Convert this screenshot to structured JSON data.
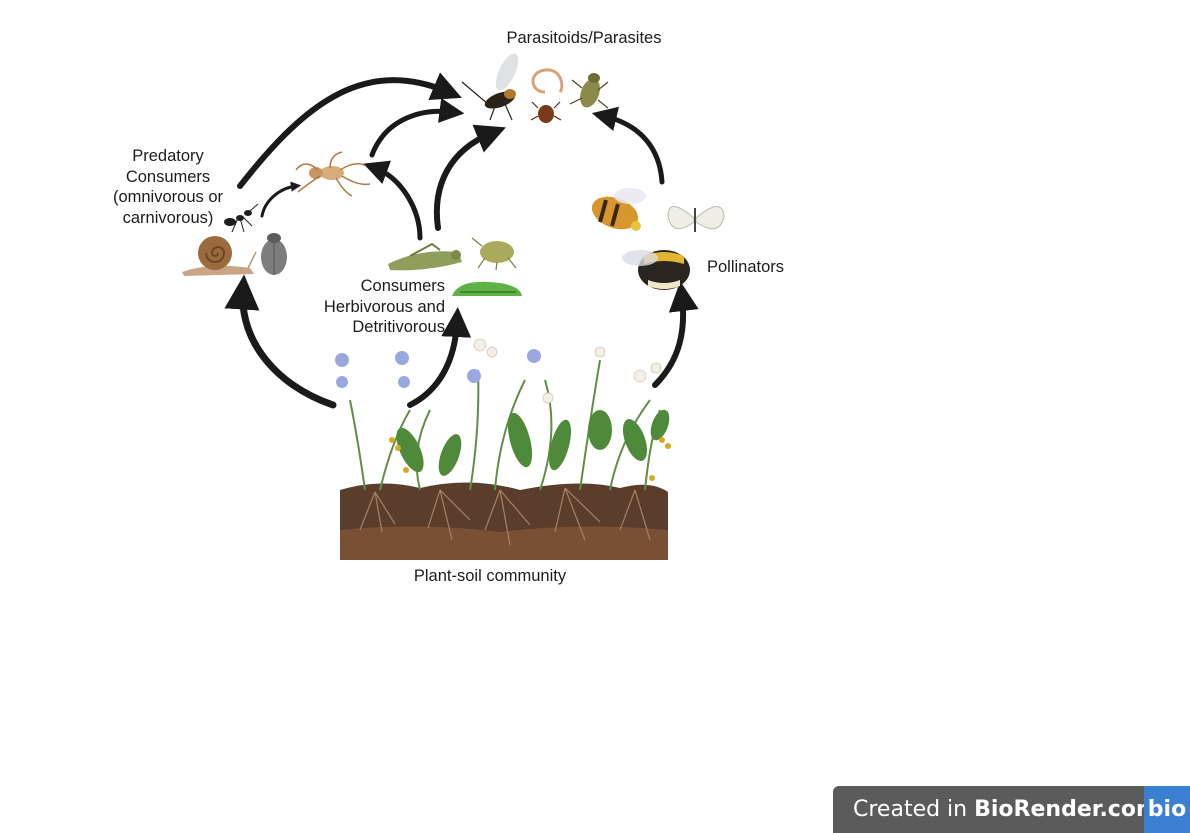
{
  "labels": {
    "parasitoids": "Parasitoids/Parasites",
    "predatory": "Predatory\nConsumers\n(omnivorous or\ncarnivorous)",
    "herbivorous": "Consumers\nHerbivorous and\nDetritivorous",
    "pollinators": "Pollinators",
    "plant_soil": "Plant-soil community"
  },
  "footer": {
    "created_in": "Created in",
    "brand": "BioRender.com",
    "logo": "bio"
  },
  "colors": {
    "arrow": "#1a1a1a",
    "soil": "#5a3d2b",
    "badge_bg": "#5b5b5b",
    "badge_logo": "#3a7fd1"
  }
}
